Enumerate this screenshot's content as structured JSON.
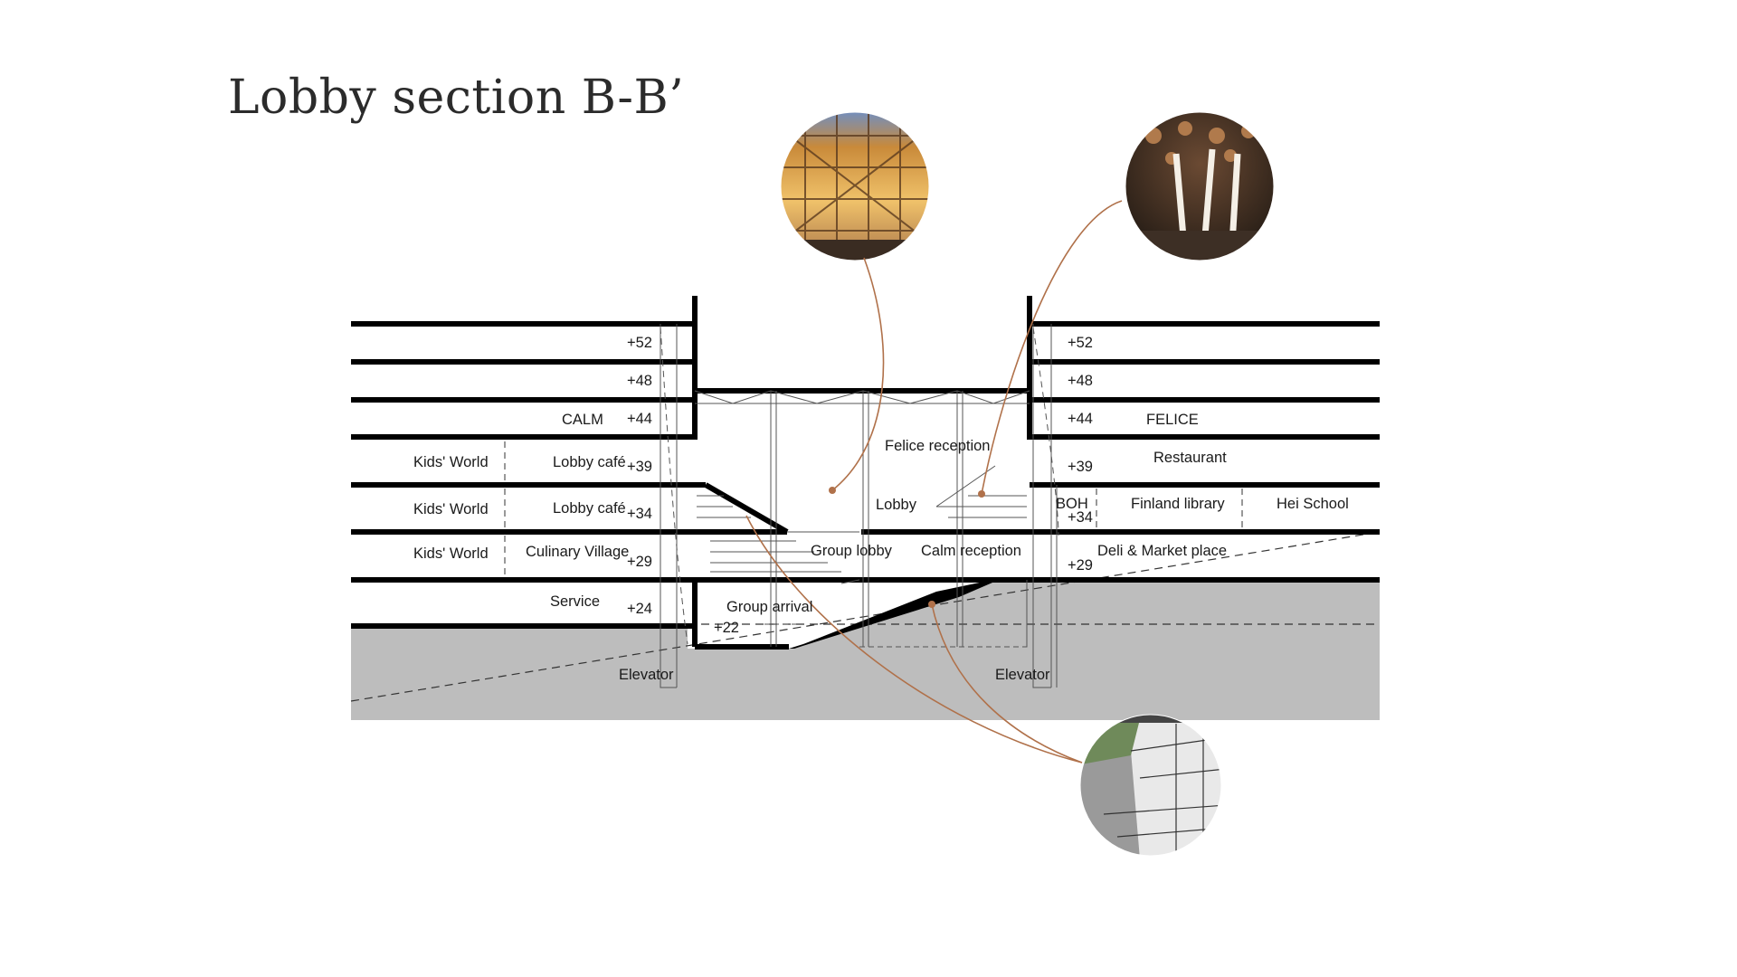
{
  "title": "Lobby section B-B’",
  "colors": {
    "leader": "#b0714a",
    "ground": "#bdbdbd",
    "slab": "#000000"
  },
  "left_wing": {
    "levels": [
      "+52",
      "+48",
      "+44",
      "+39",
      "+34",
      "+29",
      "+24"
    ],
    "rooms": {
      "calm": "CALM",
      "kids_world_1": "Kids' World",
      "kids_world_2": "Kids' World",
      "kids_world_3": "Kids' World",
      "lobby_cafe_1": "Lobby café",
      "lobby_cafe_2": "Lobby café",
      "culinary_village": "Culinary Village",
      "service": "Service",
      "elevator": "Elevator"
    }
  },
  "atrium": {
    "felice_reception": "Felice reception",
    "lobby": "Lobby",
    "group_lobby": "Group lobby",
    "calm_reception": "Calm reception",
    "group_arrival": "Group arrival",
    "level_22": "+22"
  },
  "right_wing": {
    "levels": [
      "+52",
      "+48",
      "+44",
      "+39",
      "+34",
      "+29"
    ],
    "rooms": {
      "felice": "FELICE",
      "restaurant": "Restaurant",
      "boh": "BOH",
      "finland_library": "Finland library",
      "hei_school": "Hei School",
      "deli_market": "Deli & Market place",
      "elevator": "Elevator"
    }
  },
  "photos": [
    {
      "name": "glass-facade-photo"
    },
    {
      "name": "restaurant-interior-photo"
    },
    {
      "name": "arrival-sketch-photo"
    }
  ]
}
